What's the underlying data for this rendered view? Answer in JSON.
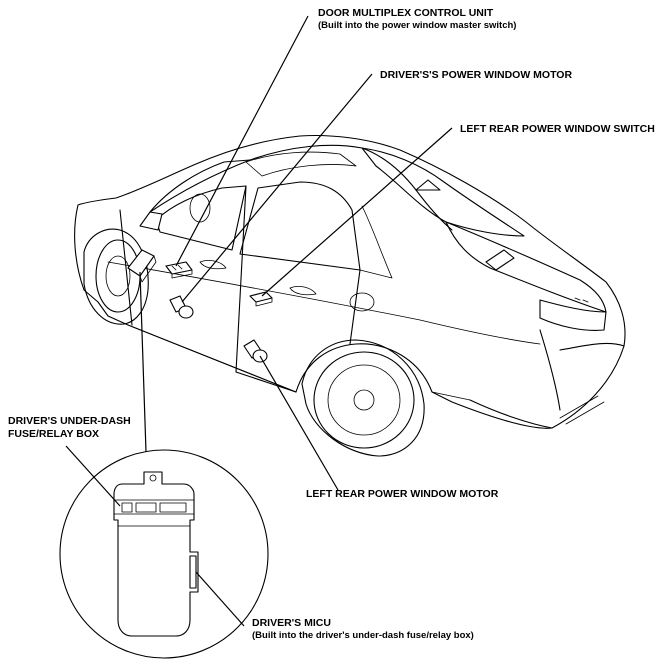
{
  "labels": {
    "dmcu_line1": "DOOR MULTIPLEX CONTROL UNIT",
    "dmcu_line2": "(Built into the power window master switch)",
    "driver_motor": "DRIVER'S'S POWER WINDOW MOTOR",
    "rear_switch": "LEFT REAR POWER WINDOW SWITCH",
    "fuse_box_line1": "DRIVER'S UNDER-DASH",
    "fuse_box_line2": "FUSE/RELAY BOX",
    "rear_motor": "LEFT REAR POWER WINDOW MOTOR",
    "micu_line1": "DRIVER'S MICU",
    "micu_line2": "(Built into the driver's under-dash fuse/relay box)"
  }
}
